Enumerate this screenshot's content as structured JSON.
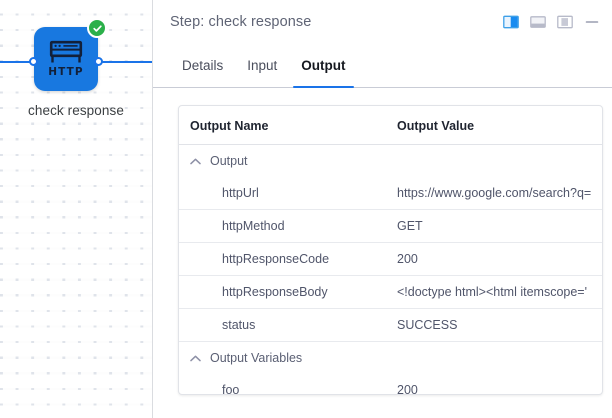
{
  "canvas": {
    "node": {
      "label": "check response",
      "icon": "http-node-icon",
      "icon_text": "HTTP",
      "color": "#1878e0",
      "status": "success",
      "status_icon": "check-circle-icon",
      "status_color": "#2bb04a"
    },
    "edge_color": "#1a73e8"
  },
  "panel": {
    "title": "Step: check response",
    "actions": [
      {
        "name": "side-panel-layout-button",
        "icon": "side-panel-icon",
        "active": true
      },
      {
        "name": "bottom-panel-layout-button",
        "icon": "bottom-panel-icon",
        "active": false
      },
      {
        "name": "right-panel-layout-button",
        "icon": "right-panel-icon",
        "active": false
      },
      {
        "name": "minimize-button",
        "icon": "minimize-icon",
        "active": false
      }
    ],
    "tabs": [
      {
        "label": "Details",
        "active": false
      },
      {
        "label": "Input",
        "active": false
      },
      {
        "label": "Output",
        "active": true
      }
    ],
    "accent_color": "#1a73e8"
  },
  "table": {
    "headers": {
      "name": "Output Name",
      "value": "Output Value"
    },
    "groups": [
      {
        "label": "Output",
        "expanded": true,
        "rows": [
          {
            "name": "httpUrl",
            "value": "https://www.google.com/search?q="
          },
          {
            "name": "httpMethod",
            "value": "GET"
          },
          {
            "name": "httpResponseCode",
            "value": "200"
          },
          {
            "name": "httpResponseBody",
            "value": "<!doctype html><html itemscope='"
          },
          {
            "name": "status",
            "value": "SUCCESS"
          }
        ]
      },
      {
        "label": "Output Variables",
        "expanded": true,
        "rows": [
          {
            "name": "foo",
            "value": "200"
          }
        ]
      }
    ]
  }
}
